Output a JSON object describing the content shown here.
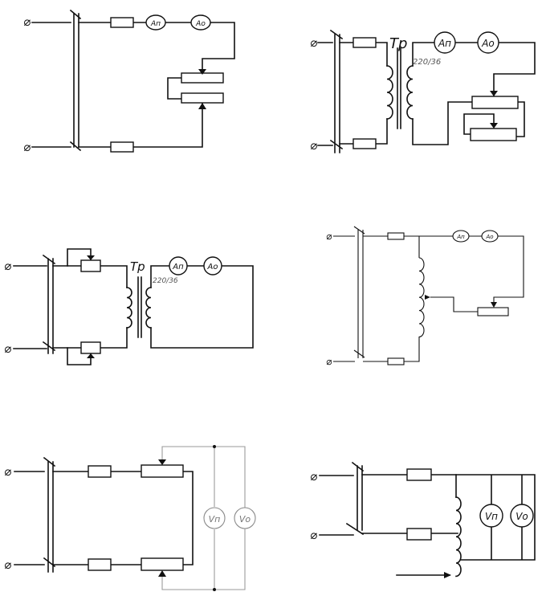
{
  "colors": {
    "wire": "#111111",
    "gray_wire": "#9a9a9a",
    "background": "#ffffff"
  },
  "terminal_symbol": "⌀",
  "circuit1": {
    "ammeter1": "Ап",
    "ammeter2": "Ао"
  },
  "circuit2": {
    "transformer": "Тр",
    "ratio": "220/36",
    "ammeter1": "Ап",
    "ammeter2": "Ао"
  },
  "circuit3": {
    "transformer": "Тр",
    "ratio": "220/36",
    "ammeter1": "Ап",
    "ammeter2": "Ао"
  },
  "circuit4": {
    "ammeter1": "Ап",
    "ammeter2": "Ао"
  },
  "circuit5": {
    "voltmeter1": "Vп",
    "voltmeter2": "Vо"
  },
  "circuit6": {
    "voltmeter1": "Vп",
    "voltmeter2": "Vо"
  }
}
